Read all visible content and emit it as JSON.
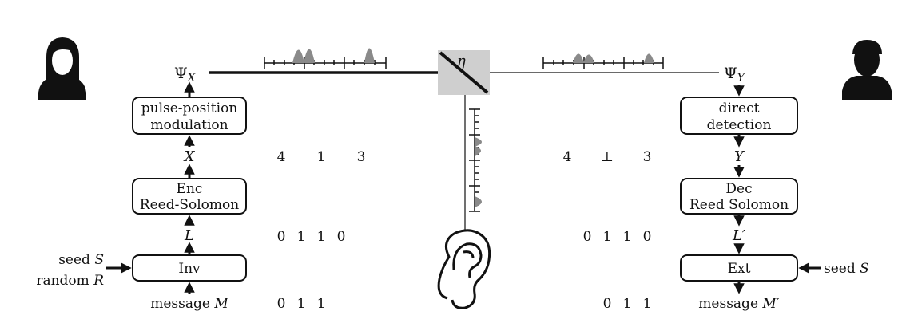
{
  "alice": {
    "psi_symbol": "Ψ",
    "psi_sub": "X",
    "ppm_line1": "pulse-position",
    "ppm_line2": "modulation",
    "x_label": "X",
    "enc_line1": "Enc",
    "enc_line2": "Reed-Solomon",
    "l_label": "L",
    "inv_label": "Inv",
    "seed_text": "seed",
    "seed_var": "S",
    "random_text": "random",
    "random_var": "R",
    "message_text": "message",
    "message_var": "M"
  },
  "bob": {
    "psi_symbol": "Ψ",
    "psi_sub": "Y",
    "det_line1": "direct",
    "det_line2": "detection",
    "y_label": "Y",
    "dec_line1": "Dec",
    "dec_line2": "Reed Solomon",
    "l_label": "L′",
    "ext_label": "Ext",
    "seed_text": "seed",
    "seed_var": "S",
    "message_text": "message",
    "message_var": "M′"
  },
  "channel": {
    "eta_label": "η"
  },
  "sequences": {
    "alice_x": [
      "4",
      "1",
      "3"
    ],
    "alice_l": [
      "0",
      "1",
      "1",
      "0"
    ],
    "alice_m": [
      "0",
      "1",
      "1"
    ],
    "bob_y": [
      "4",
      "⊥",
      "3"
    ],
    "bob_l": [
      "0",
      "1",
      "1",
      "0"
    ],
    "bob_m": [
      "0",
      "1",
      "1"
    ]
  },
  "colors": {
    "ink": "#111111",
    "beamsplitter": "#cfcfcf",
    "pulse": "#8a8a8a"
  },
  "icons": [
    "woman-avatar-icon",
    "man-avatar-icon",
    "ear-icon"
  ]
}
